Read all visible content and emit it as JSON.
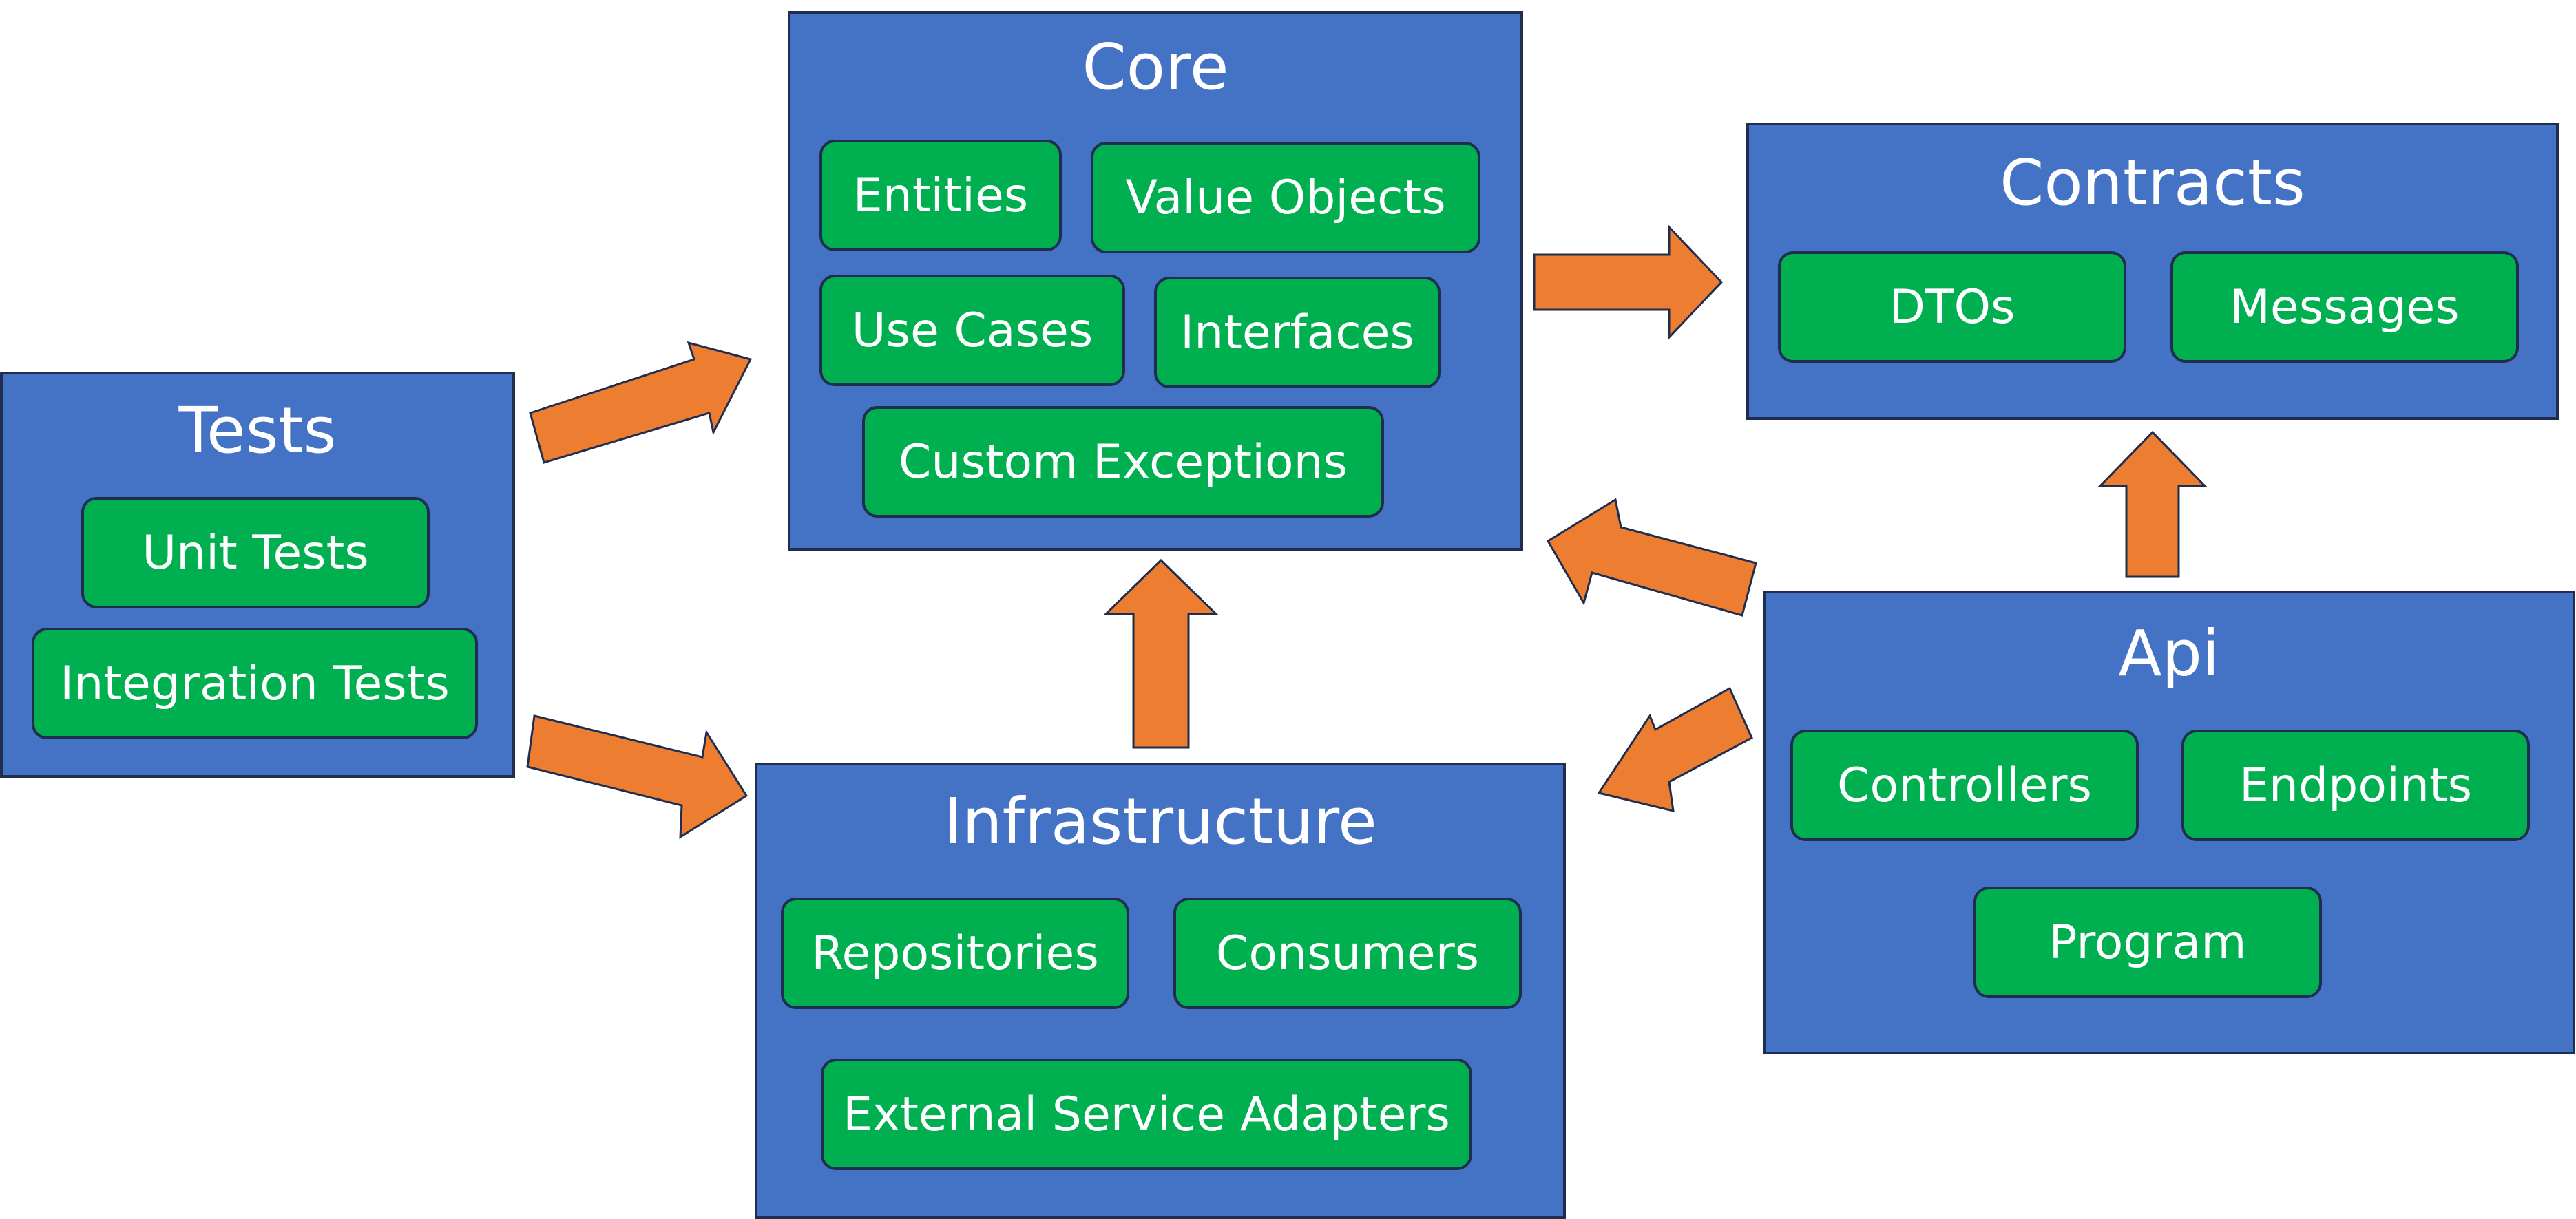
{
  "colors": {
    "container_fill": "#4472c4",
    "component_fill": "#00b050",
    "arrow_fill": "#ed7d31",
    "outline": "#1f2d4f",
    "text": "#ffffff"
  },
  "core": {
    "title": "Core",
    "items": [
      "Entities",
      "Value Objects",
      "Use Cases",
      "Interfaces",
      "Custom Exceptions"
    ]
  },
  "contracts": {
    "title": "Contracts",
    "items": [
      "DTOs",
      "Messages"
    ]
  },
  "tests": {
    "title": "Tests",
    "items": [
      "Unit Tests",
      "Integration Tests"
    ]
  },
  "infrastructure": {
    "title": "Infrastructure",
    "items": [
      "Repositories",
      "Consumers",
      "External Service Adapters"
    ]
  },
  "api": {
    "title": "Api",
    "items": [
      "Controllers",
      "Endpoints",
      "Program"
    ]
  },
  "dependencies": [
    {
      "from": "Tests",
      "to": "Core"
    },
    {
      "from": "Tests",
      "to": "Infrastructure"
    },
    {
      "from": "Core",
      "to": "Contracts"
    },
    {
      "from": "Infrastructure",
      "to": "Core"
    },
    {
      "from": "Api",
      "to": "Core"
    },
    {
      "from": "Api",
      "to": "Infrastructure"
    },
    {
      "from": "Api",
      "to": "Contracts"
    }
  ]
}
